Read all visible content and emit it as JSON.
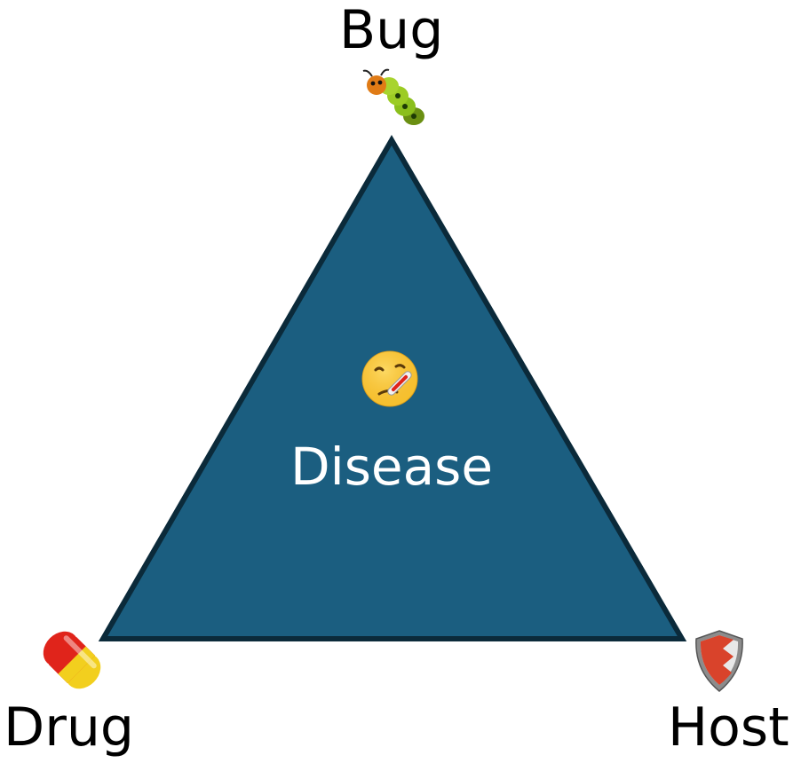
{
  "diagram": {
    "vertices": {
      "top": {
        "label": "Bug",
        "icon": "caterpillar-icon"
      },
      "bottom_left": {
        "label": "Drug",
        "icon": "pill-icon"
      },
      "bottom_right": {
        "label": "Host",
        "icon": "shield-icon"
      }
    },
    "center": {
      "label": "Disease",
      "icon": "sick-face-thermometer-icon"
    },
    "colors": {
      "triangle_fill": "#1b5e80",
      "triangle_stroke": "#0b2a3a",
      "center_text": "#ffffff",
      "vertex_text": "#000000"
    }
  }
}
